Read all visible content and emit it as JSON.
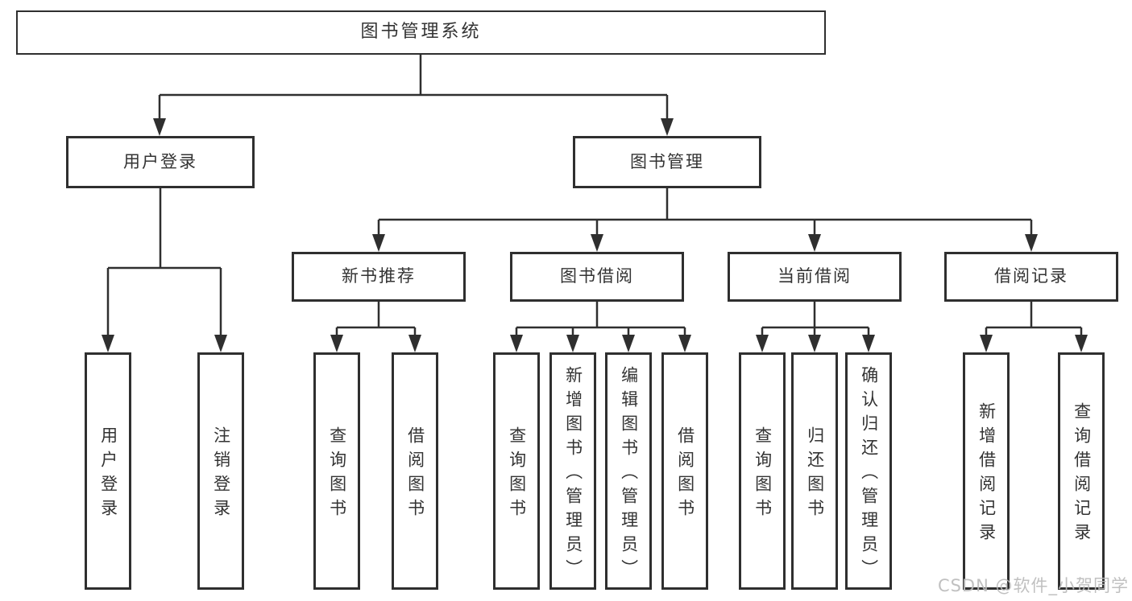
{
  "diagram": {
    "title": "图书管理系统",
    "branches": [
      {
        "label": "用户登录",
        "children": [
          {
            "label": "用户登录"
          },
          {
            "label": "注销登录"
          }
        ]
      },
      {
        "label": "图书管理",
        "children": [
          {
            "label": "新书推荐",
            "children": [
              {
                "label": "查询图书"
              },
              {
                "label": "借阅图书"
              }
            ]
          },
          {
            "label": "图书借阅",
            "children": [
              {
                "label": "查询图书"
              },
              {
                "label": "新增图书（管理员）"
              },
              {
                "label": "编辑图书（管理员）"
              },
              {
                "label": "借阅图书"
              }
            ]
          },
          {
            "label": "当前借阅",
            "children": [
              {
                "label": "查询图书"
              },
              {
                "label": "归还图书"
              },
              {
                "label": "确认归还（管理员）"
              }
            ]
          },
          {
            "label": "借阅记录",
            "children": [
              {
                "label": "新增借阅记录"
              },
              {
                "label": "查询借阅记录"
              }
            ]
          }
        ]
      }
    ]
  },
  "colors": {
    "line": "#2f2f2f",
    "box_border": "#2f2f2f",
    "text": "#333333",
    "background": "#ffffff",
    "watermark": "#bbbbbb"
  },
  "watermark": {
    "text": "CSDN @软件_小贺同学"
  }
}
